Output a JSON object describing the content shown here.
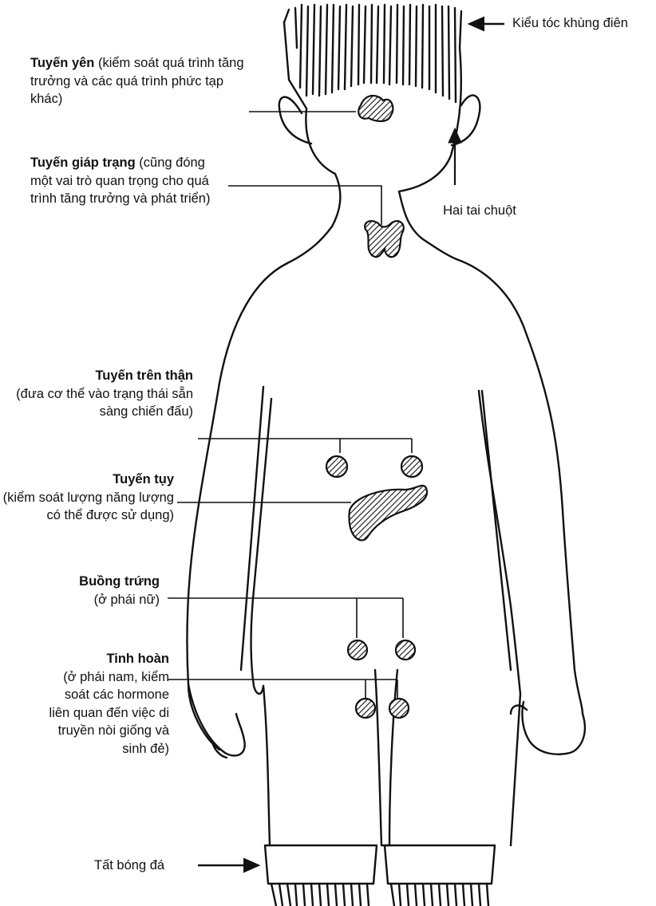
{
  "labels": {
    "hair": "Kiểu tóc khùng điên",
    "pituitary": {
      "name": "Tuyến yên",
      "desc": " (kiểm soát quá trình tăng trưởng và các quá trình phức tạp khác)"
    },
    "thyroid": {
      "name": "Tuyến giáp trạng",
      "desc": " (cũng đóng một vai trò quan trọng cho quá trình tăng trưởng và phát triển)"
    },
    "ears": "Hai tai chuột",
    "adrenal": {
      "name": "Tuyến trên thận",
      "desc": "(đưa cơ thể vào trạng thái sẵn sàng chiến đấu)"
    },
    "pancreas": {
      "name": "Tuyến tụy",
      "desc": "(kiểm soát lượng năng lượng có thể được sử dụng)"
    },
    "ovaries": {
      "name": "Buồng trứng",
      "desc": "(ở phái nữ)"
    },
    "testes": {
      "name": "Tinh hoàn",
      "desc": "(ở phái nam, kiểm soát các hormone liên quan đến việc di truyền nòi giống và sinh đẻ)"
    },
    "socks": "Tất bóng đá"
  }
}
